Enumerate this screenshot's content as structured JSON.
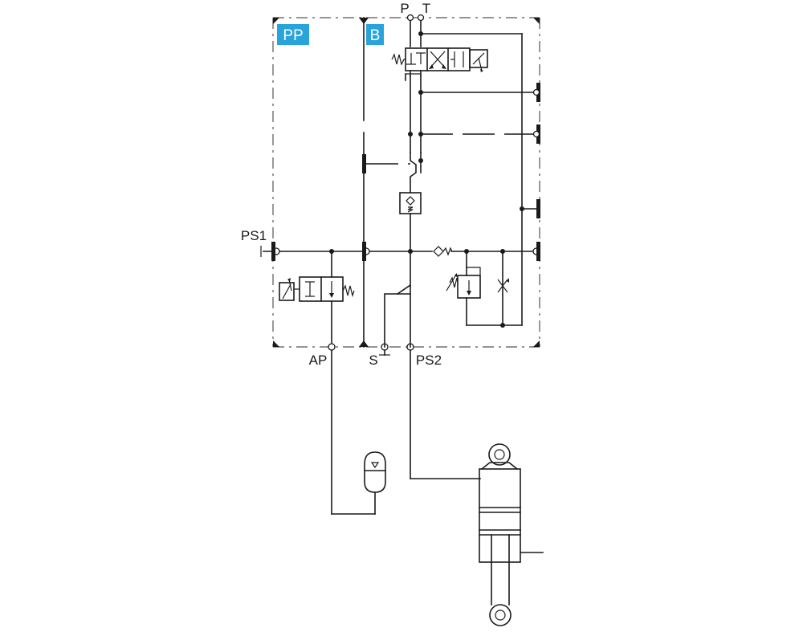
{
  "blocks": {
    "pp": {
      "label": "PP",
      "color": "#29a3dc"
    },
    "b": {
      "label": "B",
      "color": "#29a3dc"
    }
  },
  "ports": {
    "p": "P",
    "t": "T",
    "ps1": "PS1",
    "ap": "AP",
    "s": "S",
    "ps2": "PS2"
  },
  "icons": {
    "directional_valve": "4-3-directional-valve-icon",
    "check_valve": "check-valve-icon",
    "pressure_reducing_valve": "pressure-reducing-valve-icon",
    "accumulator": "accumulator-icon",
    "cylinder": "hydraulic-cylinder-icon"
  }
}
